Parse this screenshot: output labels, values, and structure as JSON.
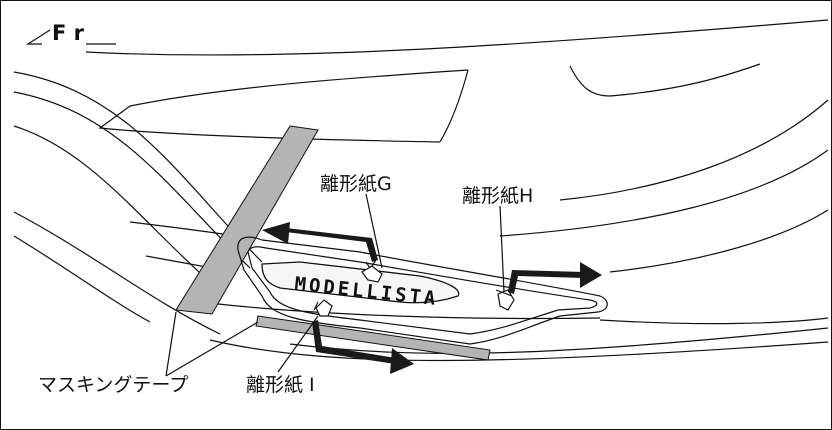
{
  "direction_label": "F r",
  "emblem_text": "MODELLISTA",
  "labels": {
    "release_paper_g": "離形紙G",
    "release_paper_h": "離形紙H",
    "release_paper_i": "離形紙 I",
    "masking_tape": "マスキングテープ"
  },
  "colors": {
    "line": "#111111",
    "tape": "#b4b4b4",
    "arrow": "#1a1a1a"
  }
}
